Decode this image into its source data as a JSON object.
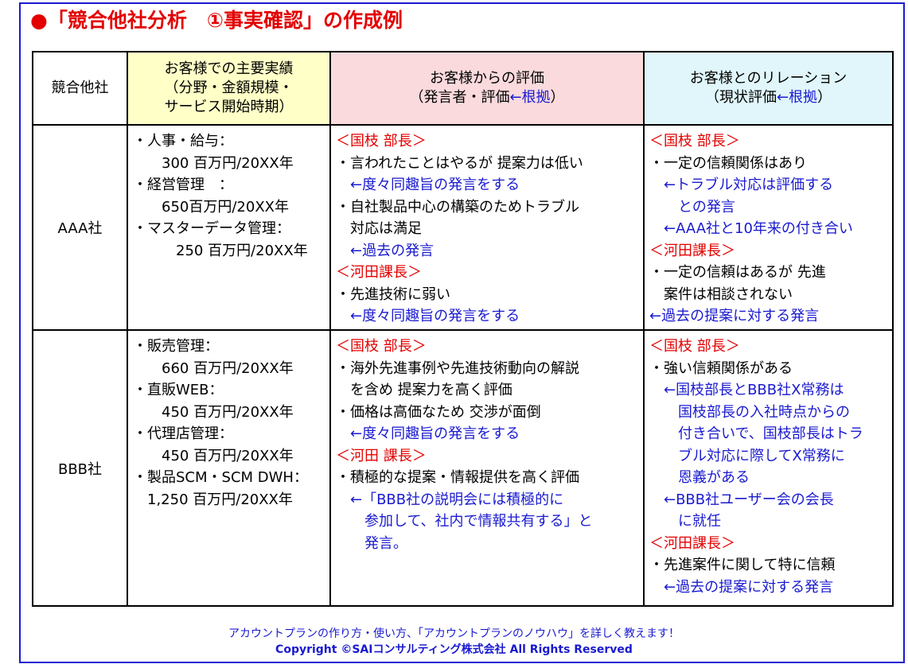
{
  "title": "●「競合他社分析　①事実確認」の作成例",
  "header": {
    "competitor": "競合他社",
    "performance": [
      "お客様での主要実績",
      "（分野・金額規模・",
      "サービス開始時期）"
    ],
    "evaluation": {
      "line1": "お客様からの評価",
      "line2_pre": "（発言者・評価",
      "line2_basis": "←根拠",
      "line2_post": "）"
    },
    "relation": {
      "line1": "お客様とのリレーション",
      "line2_pre": "（現状評価",
      "line2_basis": "←根拠",
      "line2_post": "）"
    }
  },
  "rows": [
    {
      "name": "AAA社",
      "performance": [
        {
          "t": "・人事・給与：",
          "c": "black"
        },
        {
          "t": "　　300 百万円/20XX年",
          "c": "black"
        },
        {
          "t": "・経営管理　：",
          "c": "black"
        },
        {
          "t": "　　650百万円/20XX年",
          "c": "black"
        },
        {
          "t": "・マスターデータ管理：",
          "c": "black"
        },
        {
          "t": "　　　250 百万円/20XX年",
          "c": "black"
        }
      ],
      "evaluation": [
        {
          "t": "＜国枝 部長＞",
          "c": "red"
        },
        {
          "t": "・言われたことはやるが 提案力は低い",
          "c": "black"
        },
        {
          "t": "　←度々同趣旨の発言をする",
          "c": "blue"
        },
        {
          "t": "・自社製品中心の構築のためトラブル",
          "c": "black"
        },
        {
          "t": "　対応は満足",
          "c": "black"
        },
        {
          "t": "　←過去の発言",
          "c": "blue"
        },
        {
          "t": "＜河田課長＞",
          "c": "red"
        },
        {
          "t": "・先進技術に弱い",
          "c": "black"
        },
        {
          "t": "　←度々同趣旨の発言をする",
          "c": "blue"
        }
      ],
      "relation": [
        {
          "t": "＜国枝 部長＞",
          "c": "red"
        },
        {
          "t": "・一定の信頼関係はあり",
          "c": "black"
        },
        {
          "t": "　←トラブル対応は評価する",
          "c": "blue"
        },
        {
          "t": "　　との発言",
          "c": "blue"
        },
        {
          "t": "　←AAA社と10年来の付き合い",
          "c": "blue"
        },
        {
          "t": "＜河田課長＞",
          "c": "red"
        },
        {
          "t": "・一定の信頼はあるが 先進",
          "c": "black"
        },
        {
          "t": "　案件は相談されない",
          "c": "black"
        },
        {
          "t": "←過去の提案に対する発言",
          "c": "blue"
        }
      ]
    },
    {
      "name": "BBB社",
      "performance": [
        {
          "t": "・販売管理：",
          "c": "black"
        },
        {
          "t": "　　660 百万円/20XX年",
          "c": "black"
        },
        {
          "t": "・直販WEB：",
          "c": "black"
        },
        {
          "t": "　　450 百万円/20XX年",
          "c": "black"
        },
        {
          "t": "・代理店管理：",
          "c": "black"
        },
        {
          "t": "　　450 百万円/20XX年",
          "c": "black"
        },
        {
          "t": "・製品SCM・SCM DWH：",
          "c": "black"
        },
        {
          "t": "　1,250 百万円/20XX年",
          "c": "black"
        }
      ],
      "evaluation": [
        {
          "t": "＜国枝 部長＞",
          "c": "red"
        },
        {
          "t": "・海外先進事例や先進技術動向の解説",
          "c": "black"
        },
        {
          "t": "　を含め 提案力を高く評価",
          "c": "black"
        },
        {
          "t": "・価格は高価なため 交渉が面倒",
          "c": "black"
        },
        {
          "t": "　←度々同趣旨の発言をする",
          "c": "blue"
        },
        {
          "t": "＜河田 課長＞",
          "c": "red"
        },
        {
          "t": "・積極的な提案・情報提供を高く評価",
          "c": "black"
        },
        {
          "t": "　←「BBB社の説明会には積極的に",
          "c": "blue"
        },
        {
          "t": "　　参加して、社内で情報共有する」と",
          "c": "blue"
        },
        {
          "t": "　　発言。",
          "c": "blue"
        }
      ],
      "relation": [
        {
          "t": "＜国枝 部長＞",
          "c": "red"
        },
        {
          "t": "・強い信頼関係がある",
          "c": "black"
        },
        {
          "t": "　←国枝部長とBBB社X常務は",
          "c": "blue"
        },
        {
          "t": "　　国枝部長の入社時点からの",
          "c": "blue"
        },
        {
          "t": "　　付き合いで、国枝部長はトラ",
          "c": "blue"
        },
        {
          "t": "　　ブル対応に際してX常務に",
          "c": "blue"
        },
        {
          "t": "　　恩義がある",
          "c": "blue"
        },
        {
          "t": "　←BBB社ユーザー会の会長",
          "c": "blue"
        },
        {
          "t": "　　に就任",
          "c": "blue"
        },
        {
          "t": "＜河田課長＞",
          "c": "red"
        },
        {
          "t": "・先進案件に関して特に信頼",
          "c": "black"
        },
        {
          "t": "　←過去の提案に対する発言",
          "c": "blue"
        }
      ]
    }
  ],
  "footer": {
    "line1": "アカウントプランの作り方・使い方、「アカウントプランのノウハウ」を詳しく教えます！",
    "line2": "Copyright ©SAIコンサルティング株式会社 All Rights Reserved"
  },
  "colors": {
    "title": "#e30000",
    "blue": "#1a1ad0",
    "perf_header": "#ffffc8",
    "eval_header": "#fadadd",
    "rel_header": "#e0f6fa"
  }
}
